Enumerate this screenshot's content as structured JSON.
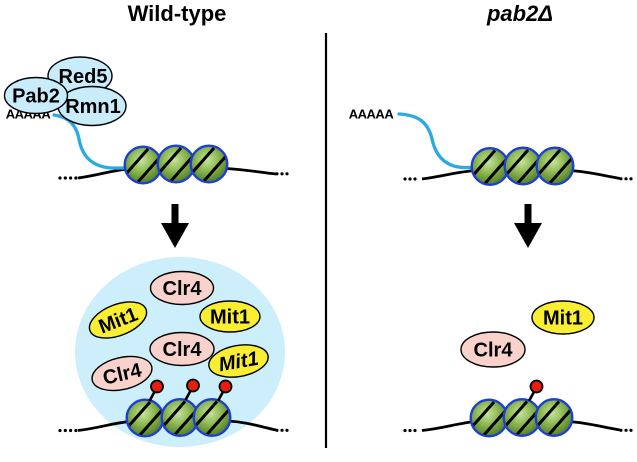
{
  "panels": [
    {
      "title": "Wild-type",
      "poly_a_label": "AAAAA",
      "rna_complex": [
        {
          "label": "Red5"
        },
        {
          "label": "Rmn1"
        },
        {
          "label": "Pab2"
        }
      ],
      "recruited_proteins": [
        {
          "label": "Clr4"
        },
        {
          "label": "Mit1"
        },
        {
          "label": "Mit1"
        },
        {
          "label": "Clr4"
        },
        {
          "label": "Mit1"
        },
        {
          "label": "Clr4"
        }
      ],
      "methyl_marks": 3,
      "nucleosomes": 3
    },
    {
      "title": "pab2Δ",
      "poly_a_label": "AAAAA",
      "free_proteins": [
        {
          "label": "Mit1"
        },
        {
          "label": "Clr4"
        }
      ],
      "methyl_marks": 1,
      "nucleosomes": 3
    }
  ],
  "colors": {
    "complex_fill": "#c9ecfb",
    "halo_fill": "#cdeefb",
    "clr4_fill": "#f8d2cb",
    "mit1_fill": "#f9ee31",
    "nucleosome_stroke": "#1e3fd2",
    "rna_stroke": "#29abe2",
    "methyl_mark_fill": "#ea1c0d",
    "line_color": "#000000"
  }
}
